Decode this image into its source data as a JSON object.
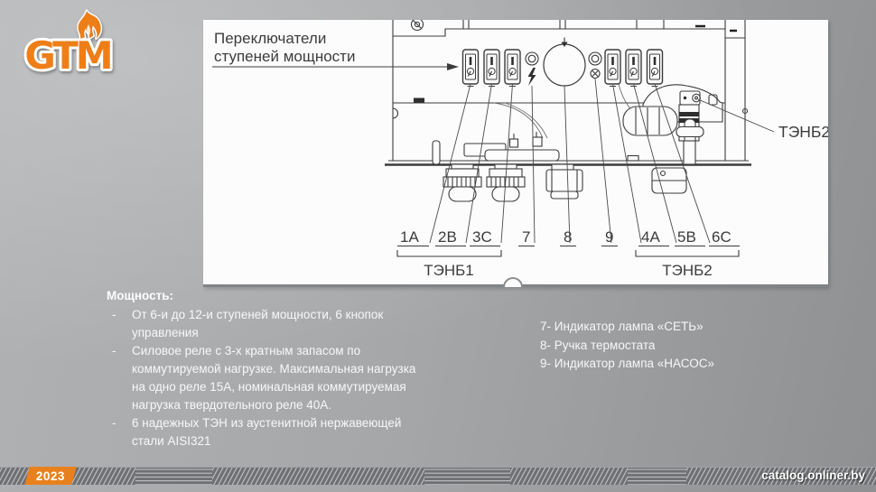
{
  "logo": {
    "text": "GTM"
  },
  "diagram": {
    "callout": {
      "line1": "Переключатели",
      "line2": "ступеней мощности"
    },
    "switch_labels": [
      "1A",
      "2B",
      "3C",
      "7",
      "8",
      "9",
      "4A",
      "5B",
      "6C"
    ],
    "group1_label": "ТЭНБ1",
    "group2_label": "ТЭНБ2",
    "tenb2_callout": "ТЭНБ2"
  },
  "specs": {
    "title": "Мощность:",
    "items": [
      {
        "lines": [
          "От 6-и до 12-и ступеней мощности, 6 кнопок",
          "управления"
        ]
      },
      {
        "lines": [
          "Силовое реле с 3-х кратным запасом по",
          "коммутируемой нагрузке. Максимальная нагрузка",
          "на одно реле 15А, номинальная коммутируемая",
          "нагрузка твердотельного реле 40А."
        ]
      },
      {
        "lines": [
          "6 надежных ТЭН из аустенитной нержавеющей",
          "стали AISI321"
        ]
      }
    ]
  },
  "legend": [
    "7- Индикатор лампа «СЕТЬ»",
    "8- Ручка термостата",
    "9- Индикатор лампа «НАСОС»"
  ],
  "footer": {
    "year": "2023",
    "site": "catalog.onliner.by"
  },
  "colors": {
    "accent": "#E8811D",
    "footer_bar": "#6E7073",
    "panel": "#FCFCFC",
    "line": "#3B3B3B"
  }
}
